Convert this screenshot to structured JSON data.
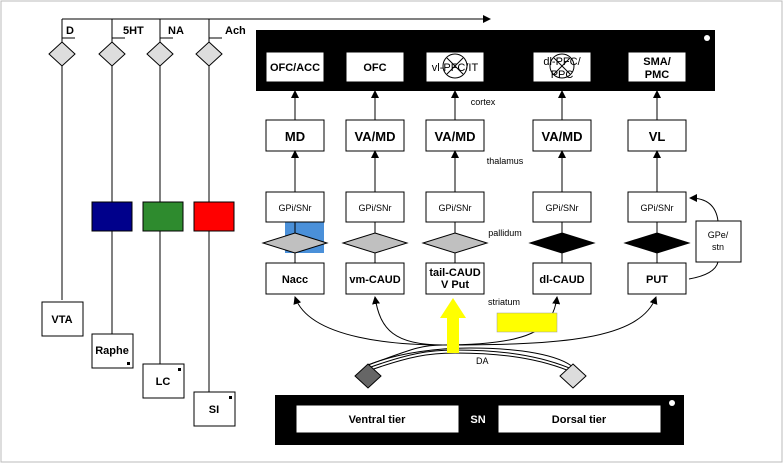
{
  "neuromodulators": [
    {
      "label": "D",
      "source": "VTA"
    },
    {
      "label": "5HT",
      "source": "Raphe"
    },
    {
      "label": "NA",
      "source": "LC"
    },
    {
      "label": "Ach",
      "source": "SI"
    }
  ],
  "cortex": {
    "label": "cortex",
    "areas": [
      "OFC/ACC",
      "OFC",
      "vl-PFC/IT",
      "dl-PFC/PPC",
      "SMA/PMC"
    ]
  },
  "thalamus": {
    "label": "thalamus",
    "nuclei": [
      "MD",
      "VA/MD",
      "VA/MD",
      "VA/MD",
      "VL"
    ]
  },
  "pallidum": {
    "label": "pallidum",
    "nuclei": [
      "GPi/SNr",
      "GPi/SNr",
      "GPi/SNr",
      "GPi/SNr",
      "GPi/SNr"
    ]
  },
  "gpe": "GPe/\nstn",
  "striatum": {
    "label": "striatum",
    "regions": [
      "Nacc",
      "vm-CAUD",
      "tail-CAUD\nV Put",
      "dl-CAUD",
      "PUT"
    ]
  },
  "da_label": "DA",
  "sn": {
    "label": "SN",
    "ventral": "Ventral tier",
    "dorsal": "Dorsal tier"
  },
  "colors": {
    "serotonin": "#00008b",
    "noradrenaline": "#2e8b2e",
    "acetylcholine": "#ff0000",
    "dopamine_highlight": "#ffff00",
    "nacc_highlight": "#4a90d9",
    "diamond_gray": "#c0c0c0",
    "diamond_black": "#000000",
    "sn_ventral_diamond": "#666666",
    "sn_dorsal_diamond": "#dcdcdc"
  }
}
